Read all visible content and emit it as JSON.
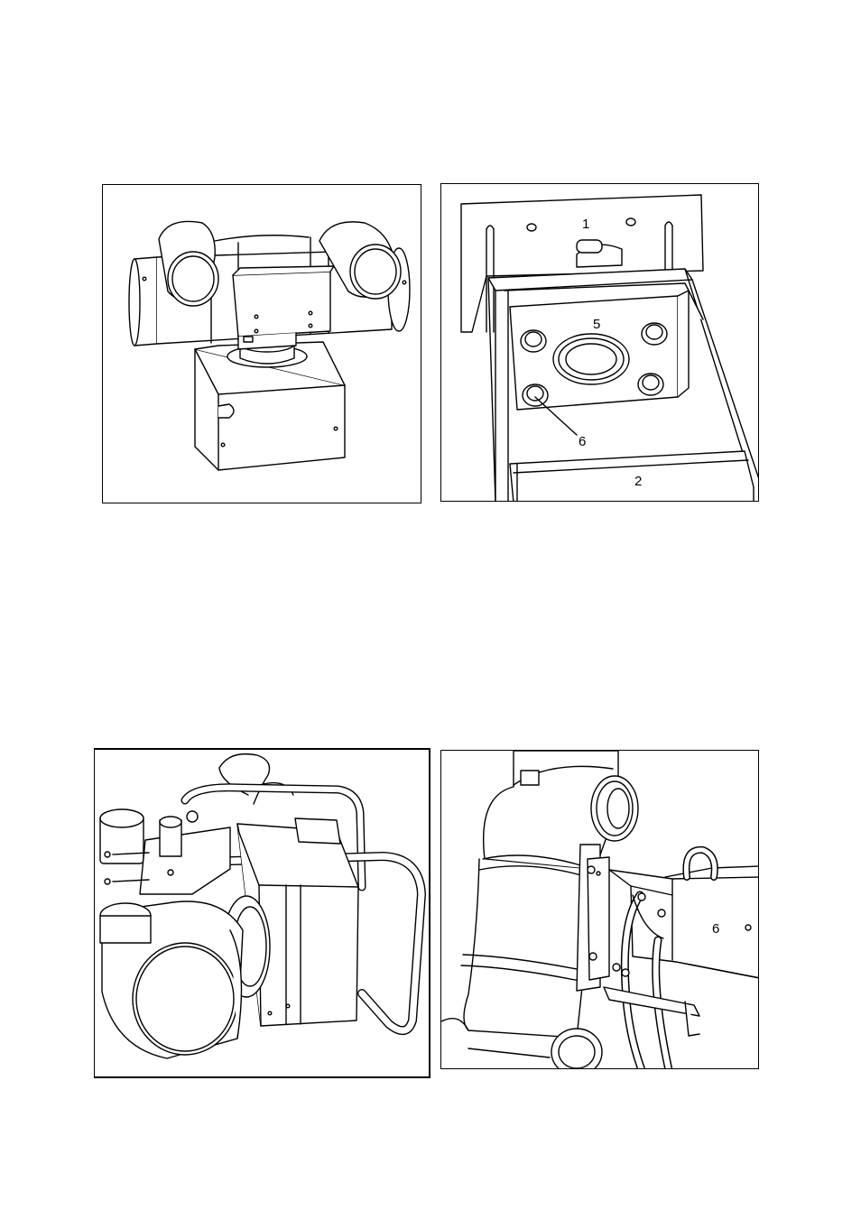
{
  "figures": [
    {
      "id": "top-left",
      "callouts": []
    },
    {
      "id": "top-right",
      "callouts": [
        "1",
        "5",
        "6",
        "2"
      ]
    },
    {
      "id": "bottom-left",
      "callouts": []
    },
    {
      "id": "bottom-right",
      "callouts": [
        "6"
      ]
    }
  ]
}
